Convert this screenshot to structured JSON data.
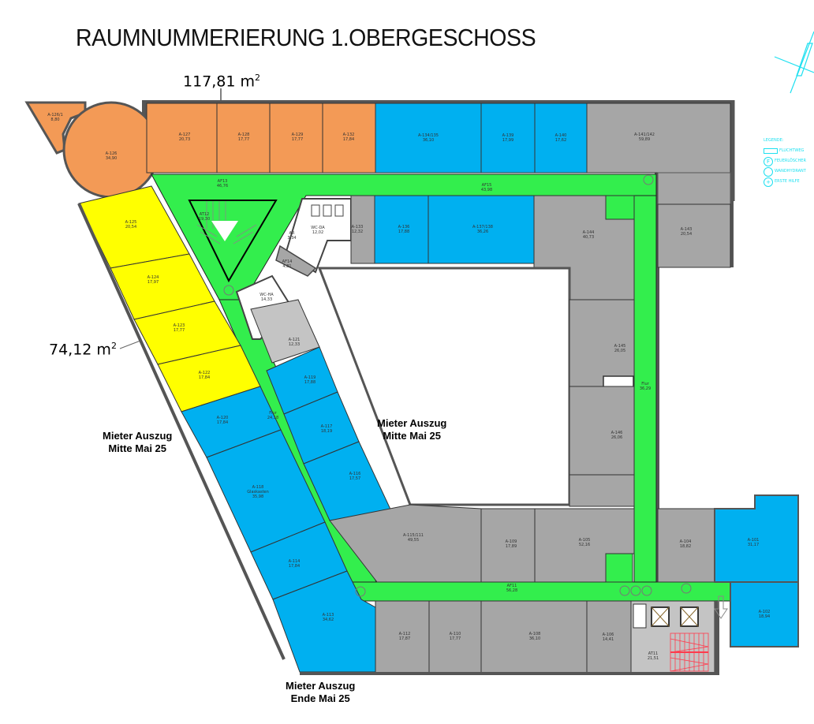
{
  "header": {
    "title": "RAUMNUMMERIERUNG 1.OBERGESCHOSS"
  },
  "area_notes": [
    {
      "value": "117,81 m",
      "sup": "2"
    },
    {
      "value": "74,12 m",
      "sup": "2"
    }
  ],
  "tenant_notes": [
    {
      "line1": "Mieter Auszug",
      "line2": "Mitte Mai 25"
    },
    {
      "line1": "Mieter Auszug",
      "line2": "Mitte Mai 25"
    },
    {
      "line1": "Mieter Auszug",
      "line2": "Ende Mai 25"
    }
  ],
  "legend": {
    "heading": "LEGENDE:",
    "items": [
      {
        "icon": "arrow-icon",
        "label": "FLUCHTWEG"
      },
      {
        "icon": "fire-extinguisher-icon",
        "label": "FEUERLÖSCHER"
      },
      {
        "icon": "wall-hydrant-icon",
        "label": "WANDHYDRANT"
      },
      {
        "icon": "first-aid-icon",
        "label": "ERSTE HILFE"
      }
    ]
  },
  "colors": {
    "orange": "#F39A56",
    "blue": "#00B0F0",
    "yellow": "#FFFF00",
    "gray": "#A6A6A6",
    "green": "#33EE4D",
    "wall": "#555555",
    "cyan": "#1DE0F0",
    "stair_red": "#FF3B4D"
  },
  "rooms": [
    {
      "id": "A-126/1",
      "area": "8,80",
      "group": "orange"
    },
    {
      "id": "A-126",
      "area": "34,90",
      "group": "orange"
    },
    {
      "id": "A-127",
      "area": "20,73",
      "group": "orange"
    },
    {
      "id": "A-128",
      "area": "17,77",
      "group": "orange"
    },
    {
      "id": "A-129",
      "area": "17,77",
      "group": "orange"
    },
    {
      "id": "A-132",
      "area": "17,84",
      "group": "orange"
    },
    {
      "id": "A-134/135",
      "area": "36,10",
      "group": "blue"
    },
    {
      "id": "A-139",
      "area": "17,99",
      "group": "blue"
    },
    {
      "id": "A-140",
      "area": "17,62",
      "group": "blue"
    },
    {
      "id": "A-141/142",
      "area": "59,89",
      "group": "gray"
    },
    {
      "id": "AF13",
      "area": "46,76",
      "group": "green"
    },
    {
      "id": "AT12",
      "area": "19,30",
      "group": "green"
    },
    {
      "id": "AF15",
      "area": "43,98",
      "group": "green"
    },
    {
      "id": "WC-DA",
      "area": "12,02",
      "group": "white"
    },
    {
      "id": "AR",
      "area": "3,34",
      "group": "white"
    },
    {
      "id": "AF14",
      "area": "4,81",
      "group": "gray"
    },
    {
      "id": "WC-HA",
      "area": "14,33",
      "group": "white"
    },
    {
      "id": "A-133",
      "area": "12,32",
      "group": "gray"
    },
    {
      "id": "A-136",
      "area": "17,88",
      "group": "blue"
    },
    {
      "id": "A-137/138",
      "area": "36,26",
      "group": "blue"
    },
    {
      "id": "A-144",
      "area": "40,73",
      "group": "gray"
    },
    {
      "id": "A-143",
      "area": "20,54",
      "group": "gray"
    },
    {
      "id": "A-125",
      "area": "20,54",
      "group": "yellow"
    },
    {
      "id": "A-124",
      "area": "17,97",
      "group": "yellow"
    },
    {
      "id": "A-123",
      "area": "17,77",
      "group": "yellow"
    },
    {
      "id": "A-122",
      "area": "17,84",
      "group": "yellow"
    },
    {
      "id": "A-121",
      "area": "12,33",
      "group": "gray"
    },
    {
      "id": "A-119",
      "area": "17,88",
      "group": "blue"
    },
    {
      "id": "A-120",
      "area": "17,84",
      "group": "blue"
    },
    {
      "id": "Flur",
      "area": "24,18",
      "group": "green"
    },
    {
      "id": "A-117",
      "area": "18,19",
      "group": "blue"
    },
    {
      "id": "A-116",
      "area": "17,57",
      "group": "blue"
    },
    {
      "id": "A-118",
      "area": "35,98",
      "group": "blue",
      "note": "Glaskasten"
    },
    {
      "id": "A-114",
      "area": "17,84",
      "group": "blue"
    },
    {
      "id": "A-113",
      "area": "34,62",
      "group": "blue"
    },
    {
      "id": "A-145",
      "area": "26,05",
      "group": "gray"
    },
    {
      "id": "Flur",
      "area": "36,29",
      "group": "green"
    },
    {
      "id": "A-146",
      "area": "26,06",
      "group": "gray"
    },
    {
      "id": "A-115/111",
      "area": "49,55",
      "group": "gray"
    },
    {
      "id": "A-109",
      "area": "17,89",
      "group": "gray"
    },
    {
      "id": "A-105",
      "area": "52,16",
      "group": "gray"
    },
    {
      "id": "A-104",
      "area": "18,82",
      "group": "gray"
    },
    {
      "id": "A-101",
      "area": "31,17",
      "group": "blue"
    },
    {
      "id": "AF11",
      "area": "56,28",
      "group": "green"
    },
    {
      "id": "A-112",
      "area": "17,87",
      "group": "gray"
    },
    {
      "id": "A-110",
      "area": "17,77",
      "group": "gray"
    },
    {
      "id": "A-108",
      "area": "36,10",
      "group": "gray"
    },
    {
      "id": "A-106",
      "area": "14,41",
      "group": "gray"
    },
    {
      "id": "AT11",
      "area": "21,51",
      "group": "gray"
    },
    {
      "id": "A-102",
      "area": "18,94",
      "group": "blue"
    }
  ]
}
